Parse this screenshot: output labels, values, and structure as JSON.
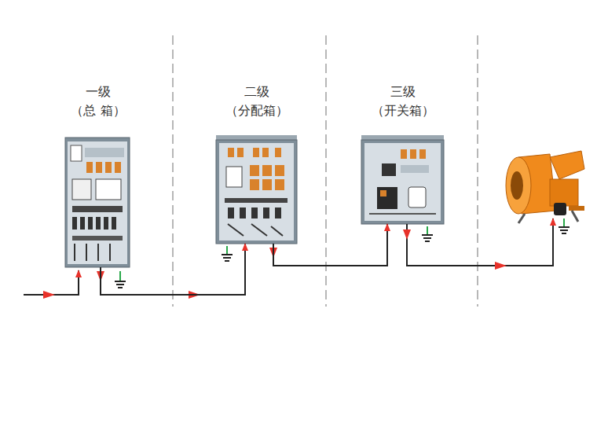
{
  "diagram": {
    "nodes": [
      {
        "text": [
          "一级",
          "（总 箱）"
        ]
      },
      {
        "text": [
          "二级",
          "（分配箱）"
        ]
      },
      {
        "text": [
          "三级",
          "（开关箱）"
        ]
      }
    ],
    "edges": [
      {
        "from": 0,
        "to": 1,
        "arrow": "to"
      },
      {
        "from": 1,
        "to": 2,
        "arrow": "to"
      }
    ]
  }
}
